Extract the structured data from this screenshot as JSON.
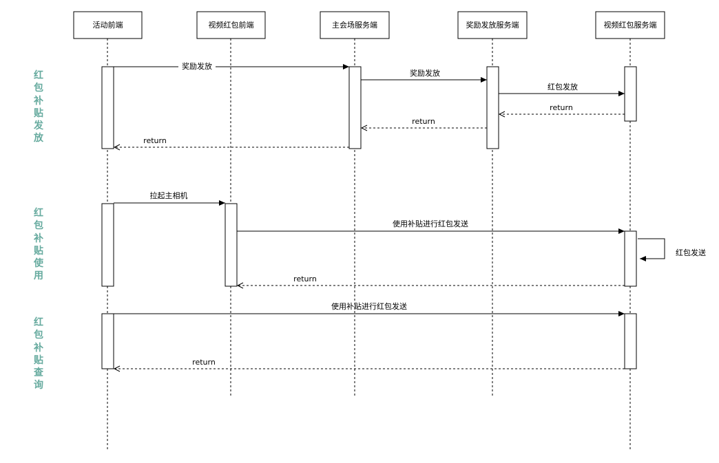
{
  "participants": [
    {
      "name": "活动前端"
    },
    {
      "name": "视频红包前端"
    },
    {
      "name": "主会场服务端"
    },
    {
      "name": "奖励发放服务端"
    },
    {
      "name": "视频红包服务端"
    }
  ],
  "sections": [
    {
      "label": "红包补贴发放"
    },
    {
      "label": "红包补贴使用"
    },
    {
      "label": "红包补贴查询"
    }
  ],
  "messages": [
    {
      "label": "奖励发放"
    },
    {
      "label": "奖励发放"
    },
    {
      "label": "红包发放"
    },
    {
      "label": "return"
    },
    {
      "label": "return"
    },
    {
      "label": "return"
    },
    {
      "label": "拉起主相机"
    },
    {
      "label": "使用补贴进行红包发送"
    },
    {
      "label": "红包发送"
    },
    {
      "label": "return"
    },
    {
      "label": "使用补贴进行红包发送"
    },
    {
      "label": "return"
    }
  ],
  "colors": {
    "section_label": "#67AB9F",
    "line": "#000000",
    "background": "#ffffff"
  }
}
